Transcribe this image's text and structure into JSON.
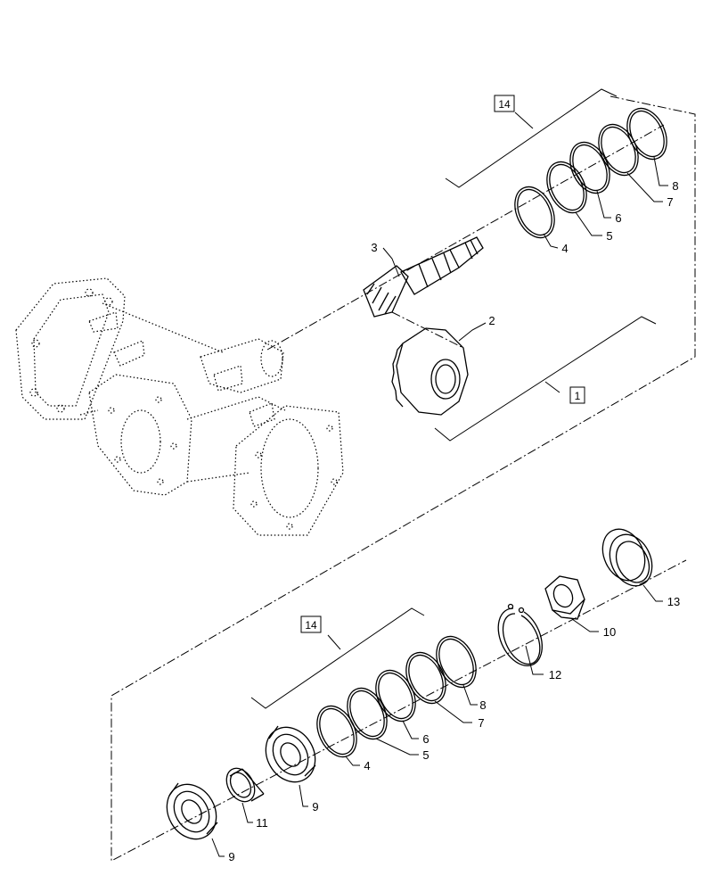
{
  "callouts": {
    "c1": "1",
    "c2": "2",
    "c3": "3",
    "c4a": "4",
    "c5a": "5",
    "c6a": "6",
    "c7a": "7",
    "c8a": "8",
    "c14a": "14",
    "c4b": "4",
    "c5b": "5",
    "c6b": "6",
    "c7b": "7",
    "c8b": "8",
    "c9a": "9",
    "c9b": "9",
    "c10": "10",
    "c11": "11",
    "c12": "12",
    "c13": "13",
    "c14b": "14"
  }
}
